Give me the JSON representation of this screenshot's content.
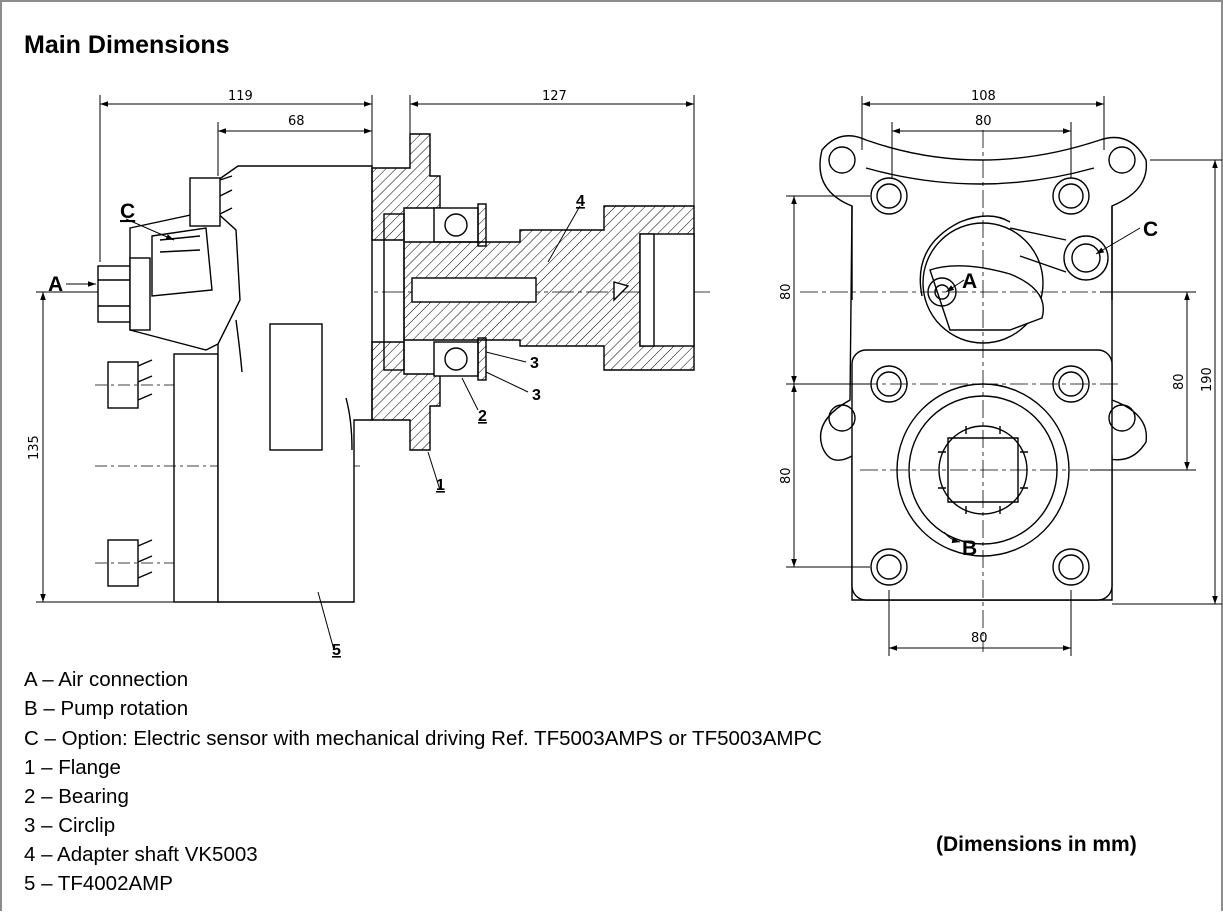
{
  "title": "Main Dimensions",
  "dimensions": {
    "side_overall": "119",
    "side_body": "68",
    "side_shaft": "127",
    "side_height": "135",
    "front_top_outer": "108",
    "front_top_inner": "80",
    "front_left_upper": "80",
    "front_left_lower": "80",
    "front_right_inner": "80",
    "front_right_overall": "190",
    "front_bottom": "80"
  },
  "callouts": {
    "a_side": "A",
    "c_side": "C",
    "n1": "1",
    "n2": "2",
    "n3a": "3",
    "n3b": "3",
    "n4": "4",
    "n5": "5",
    "a_front": "A",
    "b_front": "B",
    "c_front": "C"
  },
  "legend": [
    "A – Air connection",
    "B – Pump rotation",
    "C – Option: Electric sensor with mechanical driving Ref. TF5003AMPS or TF5003AMPC",
    "1 – Flange",
    "2 – Bearing",
    "3 – Circlip",
    "4 – Adapter shaft VK5003",
    "5 – TF4002AMP"
  ],
  "note": "(Dimensions in mm)"
}
